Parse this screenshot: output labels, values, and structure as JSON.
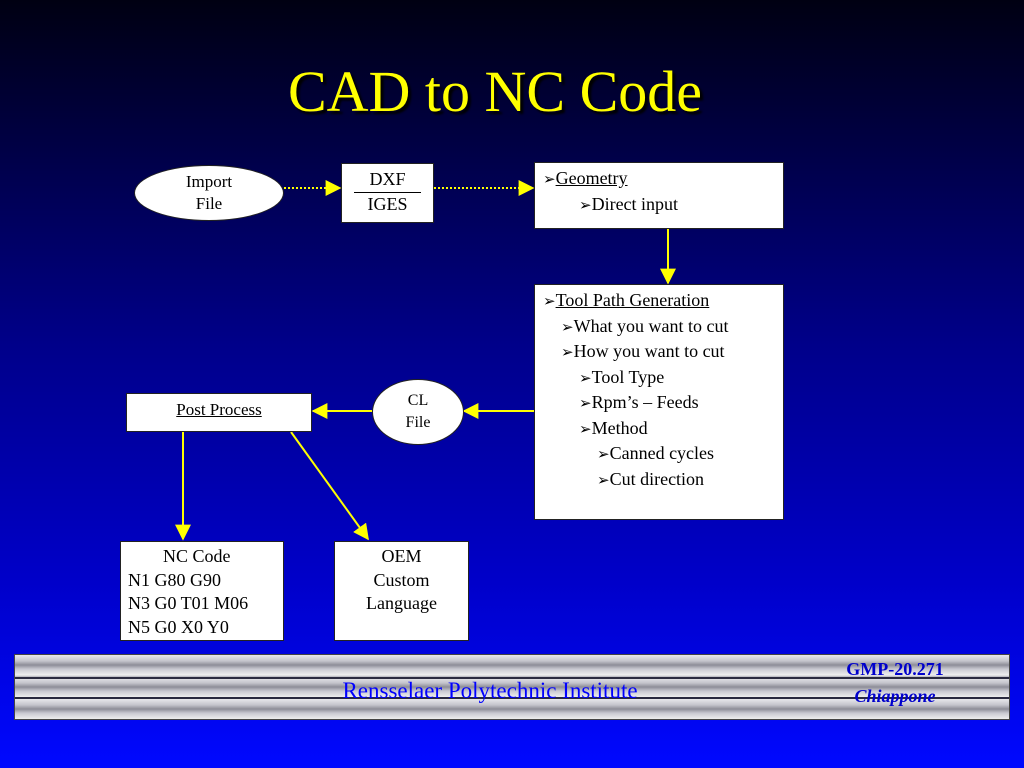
{
  "title": "CAD to NC Code",
  "import_file": [
    "Import",
    "File"
  ],
  "formats": {
    "top": "DXF",
    "bottom": "IGES"
  },
  "geometry": {
    "heading": "Geometry",
    "items": [
      "Direct input"
    ]
  },
  "toolpath": {
    "heading": "Tool Path Generation",
    "items": [
      "What you want to cut",
      "How you want to cut",
      "Tool Type",
      "Rpm’s – Feeds",
      "Method",
      "Canned cycles",
      "Cut direction"
    ]
  },
  "cl_file": [
    "CL",
    "File"
  ],
  "post_process": "Post Process",
  "nc_code": [
    "NC Code",
    "N1 G80 G90",
    "N3 G0 T01 M06",
    "N5 G0 X0 Y0"
  ],
  "oem": [
    "OEM",
    "Custom",
    "Language"
  ],
  "footer": {
    "institute": "Rensselaer Polytechnic Institute",
    "course": "GMP-20.271",
    "author": "Chiappone"
  },
  "bullet_icon": "arrowhead-bullet-icon",
  "colors": {
    "title": "#ffff00",
    "connector": "#ffff00",
    "footer_text": "#0000cc"
  }
}
